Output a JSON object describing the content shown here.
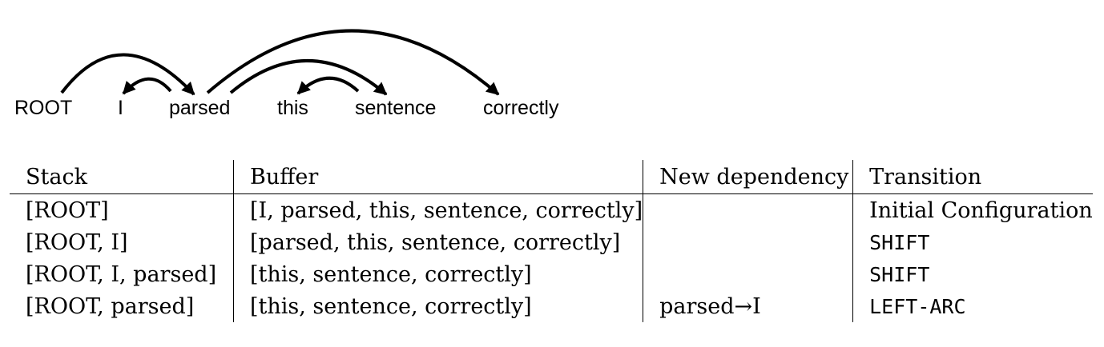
{
  "sentence": [
    "ROOT",
    "I",
    "parsed",
    "this",
    "sentence",
    "correctly"
  ],
  "arcs": [
    {
      "head": "ROOT",
      "dependent": "parsed"
    },
    {
      "head": "parsed",
      "dependent": "I"
    },
    {
      "head": "parsed",
      "dependent": "correctly"
    },
    {
      "head": "parsed",
      "dependent": "sentence"
    },
    {
      "head": "sentence",
      "dependent": "this"
    }
  ],
  "table": {
    "headers": [
      "Stack",
      "Buffer",
      "New dependency",
      "Transition"
    ],
    "rows": [
      {
        "stack": "[ROOT]",
        "buffer": "[I, parsed, this, sentence, correctly]",
        "dependency": "",
        "transition": "Initial Configuration"
      },
      {
        "stack": "[ROOT, I]",
        "buffer": "[parsed, this, sentence, correctly]",
        "dependency": "",
        "transition": "SHIFT"
      },
      {
        "stack": "[ROOT, I, parsed]",
        "buffer": "[this, sentence, correctly]",
        "dependency": "",
        "transition": "SHIFT"
      },
      {
        "stack": "[ROOT, parsed]",
        "buffer": "[this, sentence, correctly]",
        "dependency": "parsed→I",
        "transition": "LEFT-ARC"
      }
    ]
  }
}
